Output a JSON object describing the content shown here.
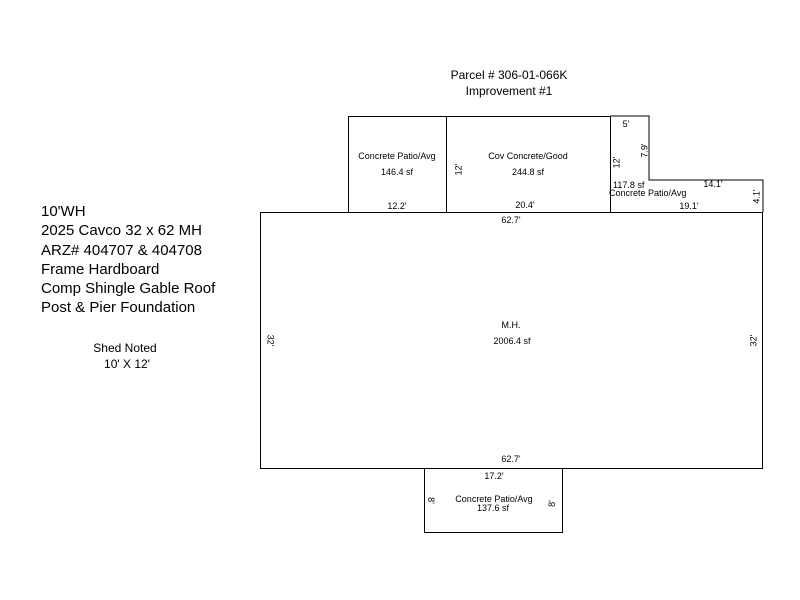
{
  "header": {
    "parcel": "Parcel # 306-01-066K",
    "improvement": "Improvement #1"
  },
  "notes": [
    "10'WH",
    "2025 Cavco 32 x 62 MH",
    "ARZ# 404707 & 404708",
    "Frame Hardboard",
    "Comp Shingle Gable Roof",
    "Post & Pier Foundation"
  ],
  "shed": {
    "label": "Shed Noted",
    "size": "10' X 12'"
  },
  "areas": {
    "patio_left": {
      "name": "Concrete Patio/Avg",
      "area": "146.4 sf",
      "width": "12.2'"
    },
    "cov_concrete": {
      "name": "Cov Concrete/Good",
      "area": "244.8 sf",
      "width": "20.4'",
      "depth": "12'"
    },
    "patio_right": {
      "name": "Concrete Patio/Avg",
      "area": "117.8 sf",
      "top": "5'",
      "side": "7.9'",
      "depth": "12'",
      "step": "14.1'",
      "width": "19.1'",
      "end": "4.1'"
    },
    "mh": {
      "name": "M.H.",
      "area": "2006.4 sf",
      "top": "62.7'",
      "bottom": "62.7'",
      "left": "32'",
      "right": "32'"
    },
    "patio_bottom": {
      "name": "Concrete Patio/Avg",
      "area": "137.6 sf",
      "width": "17.2'",
      "left": "8'",
      "right": "8'"
    }
  }
}
